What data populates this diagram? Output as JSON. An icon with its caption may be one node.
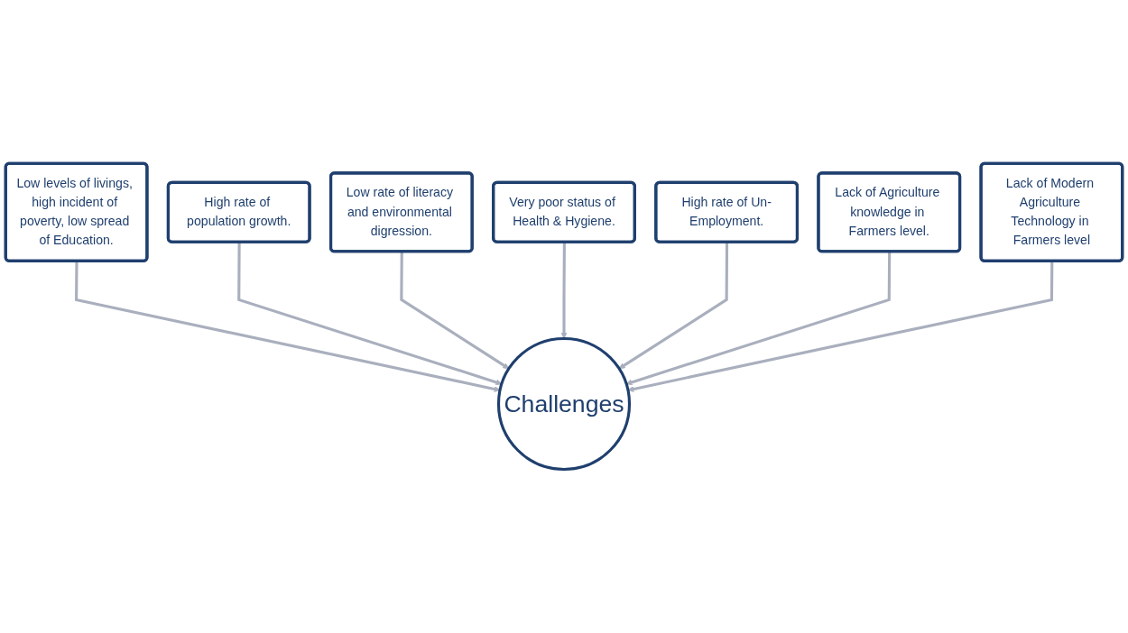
{
  "diagram": {
    "nodes": [
      {
        "text": [
          "Low levels of livings, high incident of poverty, low spread of Education."
        ]
      },
      {
        "text": [
          "High rate of population growth."
        ]
      },
      {
        "text": [
          "Low rate of literacy and environmental digression."
        ]
      },
      {
        "text": [
          "Very poor status of Health & Hygiene."
        ]
      },
      {
        "text": [
          "High rate of Un-Employment."
        ]
      },
      {
        "text": [
          "Lack of Agriculture knowledge in Farmers level."
        ]
      },
      {
        "text": [
          "Lack of Modern Agriculture Technology in Farmers level"
        ]
      },
      {
        "text": [
          "Challenges"
        ]
      }
    ],
    "edges": [
      {
        "from": 0,
        "to": 7,
        "arrow": "to"
      },
      {
        "from": 1,
        "to": 7,
        "arrow": "to"
      },
      {
        "from": 2,
        "to": 7,
        "arrow": "to"
      },
      {
        "from": 3,
        "to": 7,
        "arrow": "to"
      },
      {
        "from": 4,
        "to": 7,
        "arrow": "to"
      },
      {
        "from": 5,
        "to": 7,
        "arrow": "to"
      },
      {
        "from": 6,
        "to": 7,
        "arrow": "to"
      }
    ]
  }
}
